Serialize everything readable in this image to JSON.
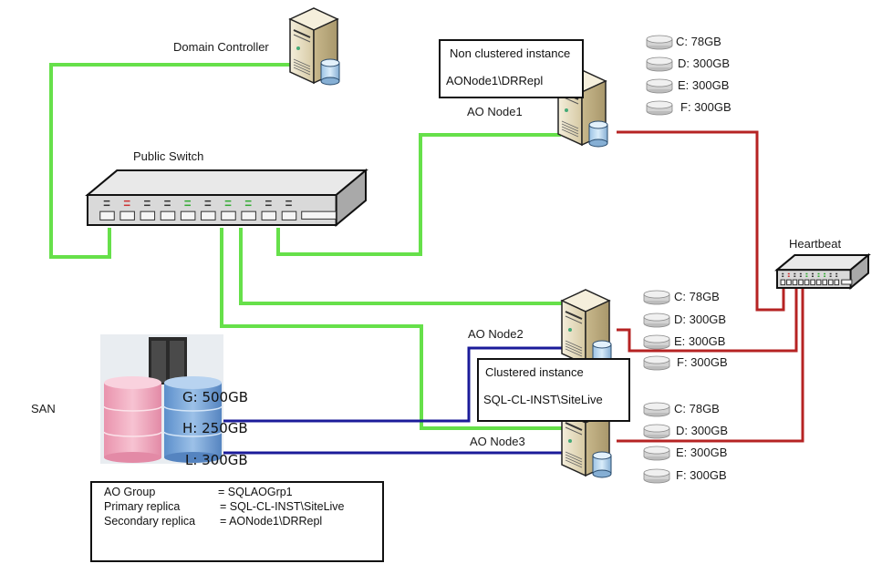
{
  "title": "SQL Server AlwaysOn Availability Group topology",
  "colors": {
    "public_network": "#66e04a",
    "heartbeat_network": "#b62323",
    "san_link": "#1b1b9a",
    "server_body": "#e8dfc4",
    "disk": "#d8d8d8",
    "san_pink": "#f2a9bd",
    "san_blue": "#7aa7d8"
  },
  "nodes": {
    "domain_controller": {
      "label": "Domain Controller"
    },
    "public_switch": {
      "label": "Public Switch"
    },
    "heartbeat_switch": {
      "label": "Heartbeat"
    },
    "ao_node1": {
      "label": "AO Node1",
      "disks": [
        {
          "label": "C: 78GB"
        },
        {
          "label": "D: 300GB"
        },
        {
          "label": "E: 300GB"
        },
        {
          "label": "F: 300GB"
        }
      ]
    },
    "ao_node2": {
      "label": "AO Node2",
      "disks": [
        {
          "label": "C: 78GB"
        },
        {
          "label": "D: 300GB"
        },
        {
          "label": "E: 300GB"
        },
        {
          "label": "F: 300GB"
        }
      ]
    },
    "ao_node3": {
      "label": "AO Node3",
      "disks": [
        {
          "label": "C: 78GB"
        },
        {
          "label": "D: 300GB"
        },
        {
          "label": "E: 300GB"
        },
        {
          "label": "F: 300GB"
        }
      ]
    },
    "san": {
      "label": "SAN",
      "volumes": [
        {
          "label": "G: 500GB"
        },
        {
          "label": "H: 250GB"
        },
        {
          "label": "L: 300GB"
        }
      ]
    }
  },
  "instances": {
    "non_clustered": {
      "title": "Non clustered instance",
      "name": "AONode1\\DRRepl"
    },
    "clustered": {
      "title": "Clustered instance",
      "name": "SQL-CL-INST\\SiteLive"
    }
  },
  "ao_group": {
    "rows": [
      {
        "key": "AO Group",
        "value": "= SQLAOGrp1"
      },
      {
        "key": "Primary replica",
        "value": "= SQL-CL-INST\\SiteLive"
      },
      {
        "key": "Secondary replica",
        "value": "= AONode1\\DRRepl"
      }
    ]
  },
  "links": [
    {
      "type": "public",
      "from": "domain_controller",
      "to": "public_switch"
    },
    {
      "type": "public",
      "from": "public_switch",
      "to": "ao_node1"
    },
    {
      "type": "public",
      "from": "public_switch",
      "to": "ao_node2"
    },
    {
      "type": "public",
      "from": "public_switch",
      "to": "ao_node3"
    },
    {
      "type": "heartbeat",
      "from": "ao_node1",
      "to": "heartbeat_switch"
    },
    {
      "type": "heartbeat",
      "from": "ao_node2",
      "to": "heartbeat_switch"
    },
    {
      "type": "heartbeat",
      "from": "ao_node3",
      "to": "heartbeat_switch"
    },
    {
      "type": "san",
      "from": "san",
      "to": "ao_node2"
    },
    {
      "type": "san",
      "from": "san",
      "to": "ao_node3"
    }
  ]
}
